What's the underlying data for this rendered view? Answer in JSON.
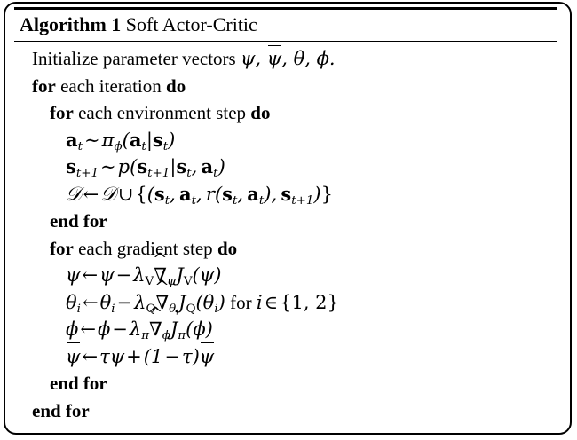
{
  "algorithm": {
    "caption_label": "Algorithm 1",
    "caption_title": "Soft Actor-Critic",
    "lines": [
      {
        "id": "initialize",
        "indent": 1,
        "text": "Initialize parameter vectors ψ, ψ̄, θ, φ."
      },
      {
        "id": "for-iteration",
        "indent": 1,
        "text": "for each iteration do"
      },
      {
        "id": "for-env-step",
        "indent": 2,
        "text": "for each environment step do"
      },
      {
        "id": "action-sample",
        "indent": 3,
        "text": "a_t ~ π_φ(a_t|s_t)"
      },
      {
        "id": "state-transition",
        "indent": 3,
        "text": "s_{t+1} ~ p(s_{t+1}|s_t, a_t)"
      },
      {
        "id": "replay-buffer-update",
        "indent": 3,
        "text": "D ← D ∪ {(s_t, a_t, r(s_t, a_t), s_{t+1})}"
      },
      {
        "id": "end-for-env-step",
        "indent": 2,
        "text": "end for"
      },
      {
        "id": "for-gradient-step",
        "indent": 2,
        "text": "for each gradient step do"
      },
      {
        "id": "value-update",
        "indent": 3,
        "text": "ψ ← ψ − λ_V ∇̂_ψ J_V(ψ)"
      },
      {
        "id": "q-update",
        "indent": 3,
        "text": "θ_i ← θ_i − λ_Q ∇̂_{θ_i} J_Q(θ_i) for i ∈ {1, 2}"
      },
      {
        "id": "policy-update",
        "indent": 3,
        "text": "φ ← φ − λ_π ∇̂_φ J_π(φ)"
      },
      {
        "id": "target-update",
        "indent": 3,
        "text": "ψ̄ ← τψ + (1 − τ)ψ̄"
      },
      {
        "id": "end-for-gradient-step",
        "indent": 2,
        "text": "end for"
      },
      {
        "id": "end-for-iteration",
        "indent": 1,
        "text": "end for"
      }
    ],
    "keywords": {
      "for": "for",
      "do": "do",
      "end_for": "end for",
      "each": "each",
      "iteration": "iteration",
      "environment_step": "environment step",
      "gradient_step": "gradient step",
      "initialize_text": "Initialize parameter vectors",
      "for_i_in": "for",
      "index_set": "{1, 2}"
    },
    "colors": {
      "text": "#000000",
      "background": "#ffffff",
      "rule": "#000000"
    }
  }
}
